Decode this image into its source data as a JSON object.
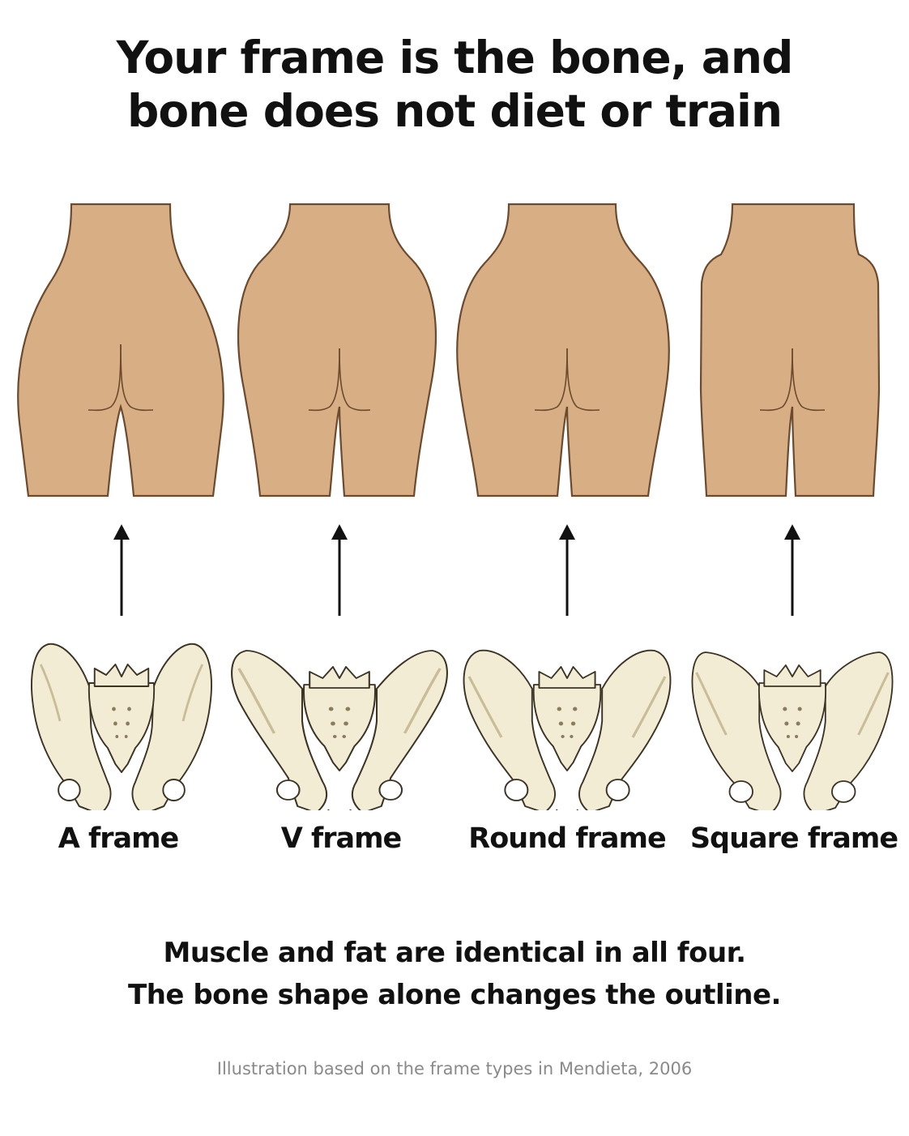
{
  "title": {
    "line1": "Your frame is the bone, and",
    "line2": "bone does not diet or train"
  },
  "frames": [
    {
      "label": "A frame"
    },
    {
      "label": "V frame"
    },
    {
      "label": "Round frame"
    },
    {
      "label": "Square frame"
    }
  ],
  "caption": {
    "line1": "Muscle and fat are identical in all four.",
    "line2": "The bone shape alone changes the outline."
  },
  "credit": "Illustration based on the frame types in Mendieta, 2006",
  "colors": {
    "skin": "#d8ae85",
    "skin_outline": "#6b4a2e",
    "bone": "#f3ecd4",
    "bone_shade": "#dcd2b2",
    "bone_outline": "#3b3324",
    "text": "#111111",
    "credit": "#8a8a8a"
  }
}
